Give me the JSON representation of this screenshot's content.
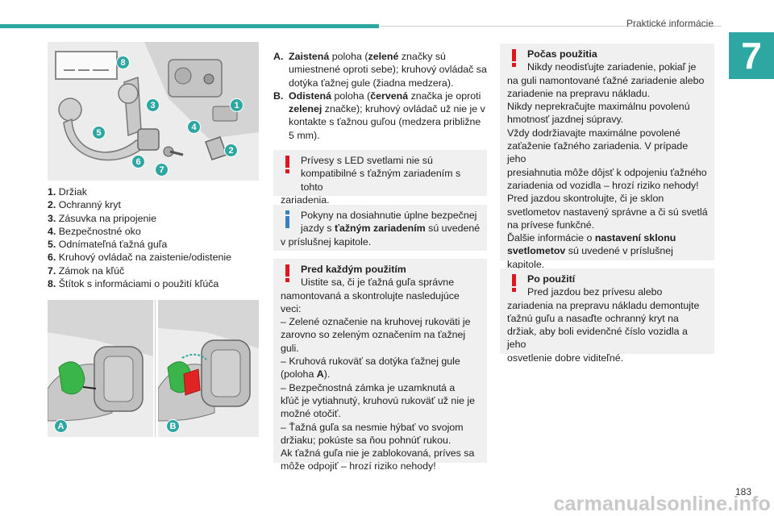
{
  "header": {
    "section_title": "Praktické informácie",
    "chapter_number": "7"
  },
  "footer": {
    "page_number": "183",
    "watermark": "carmanualsonline.info"
  },
  "figure_top": {
    "badges": [
      "8",
      "3",
      "1",
      "5",
      "4",
      "2",
      "6",
      "7"
    ]
  },
  "legend": [
    {
      "num": "1.",
      "text": "Držiak"
    },
    {
      "num": "2.",
      "text": "Ochranný kryt"
    },
    {
      "num": "3.",
      "text": "Zásuvka na pripojenie"
    },
    {
      "num": "4.",
      "text": "Bezpečnostné oko"
    },
    {
      "num": "5.",
      "text": "Odnímateľná ťažná guľa"
    },
    {
      "num": "6.",
      "text": "Kruhový ovládač na zaistenie/odistenie"
    },
    {
      "num": "7.",
      "text": "Zámok na kľúč"
    },
    {
      "num": "8.",
      "text": "Štítok s informáciami o použití kľúča"
    }
  ],
  "figure_bottom": {
    "label_a": "A",
    "label_b": "B"
  },
  "positions": {
    "a": {
      "key": "A.",
      "bold1": "Zaistená",
      "t1": " poloha (",
      "bold2": "zelené",
      "t2": " značky sú umiestnené oproti sebe); kruhový ovládač sa dotýka ťažnej gule (žiadna medzera)."
    },
    "b": {
      "key": "B.",
      "bold1": "Odistená",
      "t1": " poloha (",
      "bold2": "červená",
      "t2": " značka je oproti ",
      "bold3": "zelenej",
      "t3": " značke); kruhový ovládač už nie je v kontakte s ťažnou guľou (medzera približne 5 mm)."
    }
  },
  "box_led": {
    "icon": "warning-icon",
    "first": "Prívesy s LED svetlami nie sú",
    "rest1": "kompatibilné s ťažným zariadením s tohto",
    "rest2": "zariadenia."
  },
  "box_info": {
    "icon": "info-icon",
    "first": "Pokyny na dosiahnutie úplne bezpečnej",
    "l2a": "jazdy s ",
    "l2b": "ťažným zariadením",
    "l2c": " sú uvedené",
    "l3": "v príslušnej kapitole."
  },
  "box_before": {
    "icon": "warning-icon",
    "title": "Pred každým použitím",
    "lines": [
      "Uistite sa, či je ťažná guľa správne",
      "namontovaná a skontrolujte nasledujúce veci:",
      "– Zelené označenie na kruhovej rukoväti je",
      "zarovno so zeleným označením na ťažnej",
      "guli.",
      "– Kruhová rukoväť sa dotýka ťažnej gule",
      "(poloha ",
      "– Bezpečnostná zámka je uzamknutá a",
      "kľúč je vytiahnutý, kruhovú rukoväť už nie je",
      "možné otočiť.",
      "– Ťažná guľa sa nesmie hýbať vo svojom",
      "držiaku; pokúste sa ňou pohnúť rukou.",
      "Ak ťažná guľa nie je zablokovaná, príves sa",
      "môže odpojiť – hrozí riziko nehody!"
    ],
    "pos_a": "A",
    "pos_close": ")."
  },
  "box_during": {
    "icon": "warning-icon",
    "title": "Počas použitia",
    "lines": [
      "Nikdy neodisťujte zariadenie, pokiaľ je",
      "na guli namontované ťažné zariadenie alebo",
      "zariadenie na prepravu nákladu.",
      "Nikdy neprekračujte maximálnu povolenú",
      "hmotnosť jazdnej súpravy.",
      "Vždy dodržiavajte maximálne povolené",
      "zaťaženie ťažného zariadenia. V prípade jeho",
      "presiahnutia môže dôjsť k odpojeniu ťažného",
      "zariadenia od vozidla – hrozí riziko nehody!",
      "Pred jazdou skontrolujte, či je sklon",
      "svetlometov nastavený správne a či sú svetlá",
      "na prívese funkčné."
    ],
    "more_a": "Ďalšie informácie o ",
    "more_b1": "nastavení sklonu",
    "more_b2": "svetlometov",
    "more_c": " sú uvedené v príslušnej",
    "more_d": "kapitole."
  },
  "box_after": {
    "icon": "warning-icon",
    "title": "Po použití",
    "lines": [
      "Pred jazdou bez prívesu alebo",
      "zariadenia na prepravu nákladu demontujte",
      "ťažnú guľu a nasaďte ochranný kryt na",
      "držiak, aby boli evidenčné číslo vozidla a jeho",
      "osvetlenie dobre viditeľné."
    ]
  }
}
